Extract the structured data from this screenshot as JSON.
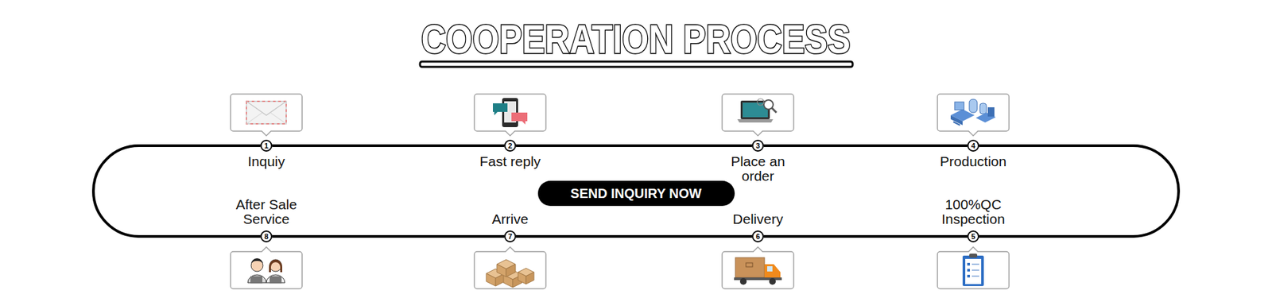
{
  "diagram": {
    "title": "COOPERATION PROCESS",
    "nodes": [
      {
        "text": [
          "1",
          "Inquiy"
        ]
      },
      {
        "text": [
          "2",
          "Fast reply"
        ]
      },
      {
        "text": [
          "3",
          "Place an order"
        ]
      },
      {
        "text": [
          "4",
          "Production"
        ]
      },
      {
        "text": [
          "5",
          "100%QC Inspection"
        ]
      },
      {
        "text": [
          "6",
          "Delivery"
        ]
      },
      {
        "text": [
          "7",
          "Arrive"
        ]
      },
      {
        "text": [
          "8",
          "After Sale Service"
        ]
      },
      {
        "text": [
          "SEND INQUIRY NOW"
        ]
      }
    ],
    "edges": [
      {
        "from": 0,
        "to": 1,
        "arrow": "none"
      },
      {
        "from": 1,
        "to": 2,
        "arrow": "none"
      },
      {
        "from": 2,
        "to": 3,
        "arrow": "none"
      },
      {
        "from": 3,
        "to": 4,
        "arrow": "none"
      },
      {
        "from": 4,
        "to": 5,
        "arrow": "none"
      },
      {
        "from": 5,
        "to": 6,
        "arrow": "none"
      },
      {
        "from": 6,
        "to": 7,
        "arrow": "none"
      },
      {
        "from": 7,
        "to": 0,
        "arrow": "none"
      }
    ]
  }
}
